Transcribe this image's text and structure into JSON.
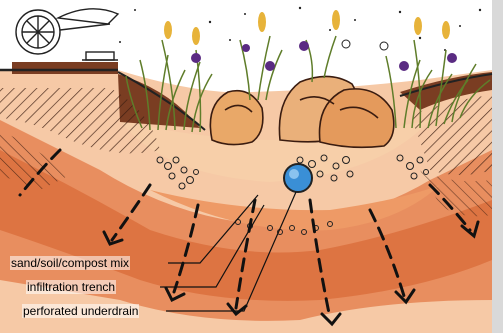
{
  "labels": {
    "mix": "sand/soil/compost mix",
    "trench": "infiltration trench",
    "underdrain": "perforated underdrain"
  },
  "colors": {
    "soil_orange": "#e07a45",
    "soil_light": "#f2a66e",
    "topsoil": "#7a3d22",
    "rock": "#e9a868",
    "pipe": "#3a8fd6",
    "plant_green": "#7c9a3a",
    "flower_purple": "#5a2b82",
    "flower_yellow": "#e7b33a"
  }
}
